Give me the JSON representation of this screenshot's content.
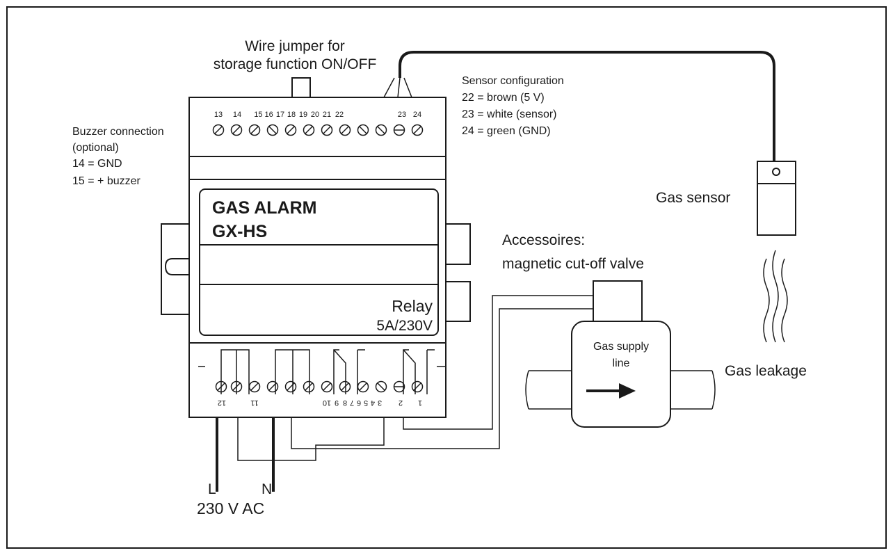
{
  "jumper": {
    "line1": "Wire jumper for",
    "line2": "storage function ON/OFF"
  },
  "sensor_config": {
    "title": "Sensor configuration",
    "lines": [
      "22 = brown (5 V)",
      "23 = white (sensor)",
      "24 = green (GND)"
    ]
  },
  "buzzer": {
    "title": "Buzzer connection",
    "lines": [
      "(optional)",
      "14 = GND",
      "15 = + buzzer"
    ]
  },
  "device": {
    "name": "GAS ALARM",
    "model": "GX-HS",
    "relay": "Relay",
    "rating": "5A/230V"
  },
  "top_terminals": [
    "13",
    "14",
    "15 16",
    "17",
    "18",
    "19",
    "20",
    "21",
    "22",
    "23",
    "24"
  ],
  "bottom_terminals": [
    "12",
    "11",
    "10",
    "9",
    "8",
    "7",
    "6",
    "5",
    "4",
    "3",
    "2",
    "1"
  ],
  "gas_sensor": "Gas sensor",
  "accessories": {
    "line1": "Accessoires:",
    "line2": "magnetic cut-off valve"
  },
  "gas_supply": {
    "line1": "Gas supply",
    "line2": "line"
  },
  "gas_leakage": "Gas leakage",
  "power": {
    "l": "L",
    "n": "N",
    "voltage": "230 V AC"
  }
}
